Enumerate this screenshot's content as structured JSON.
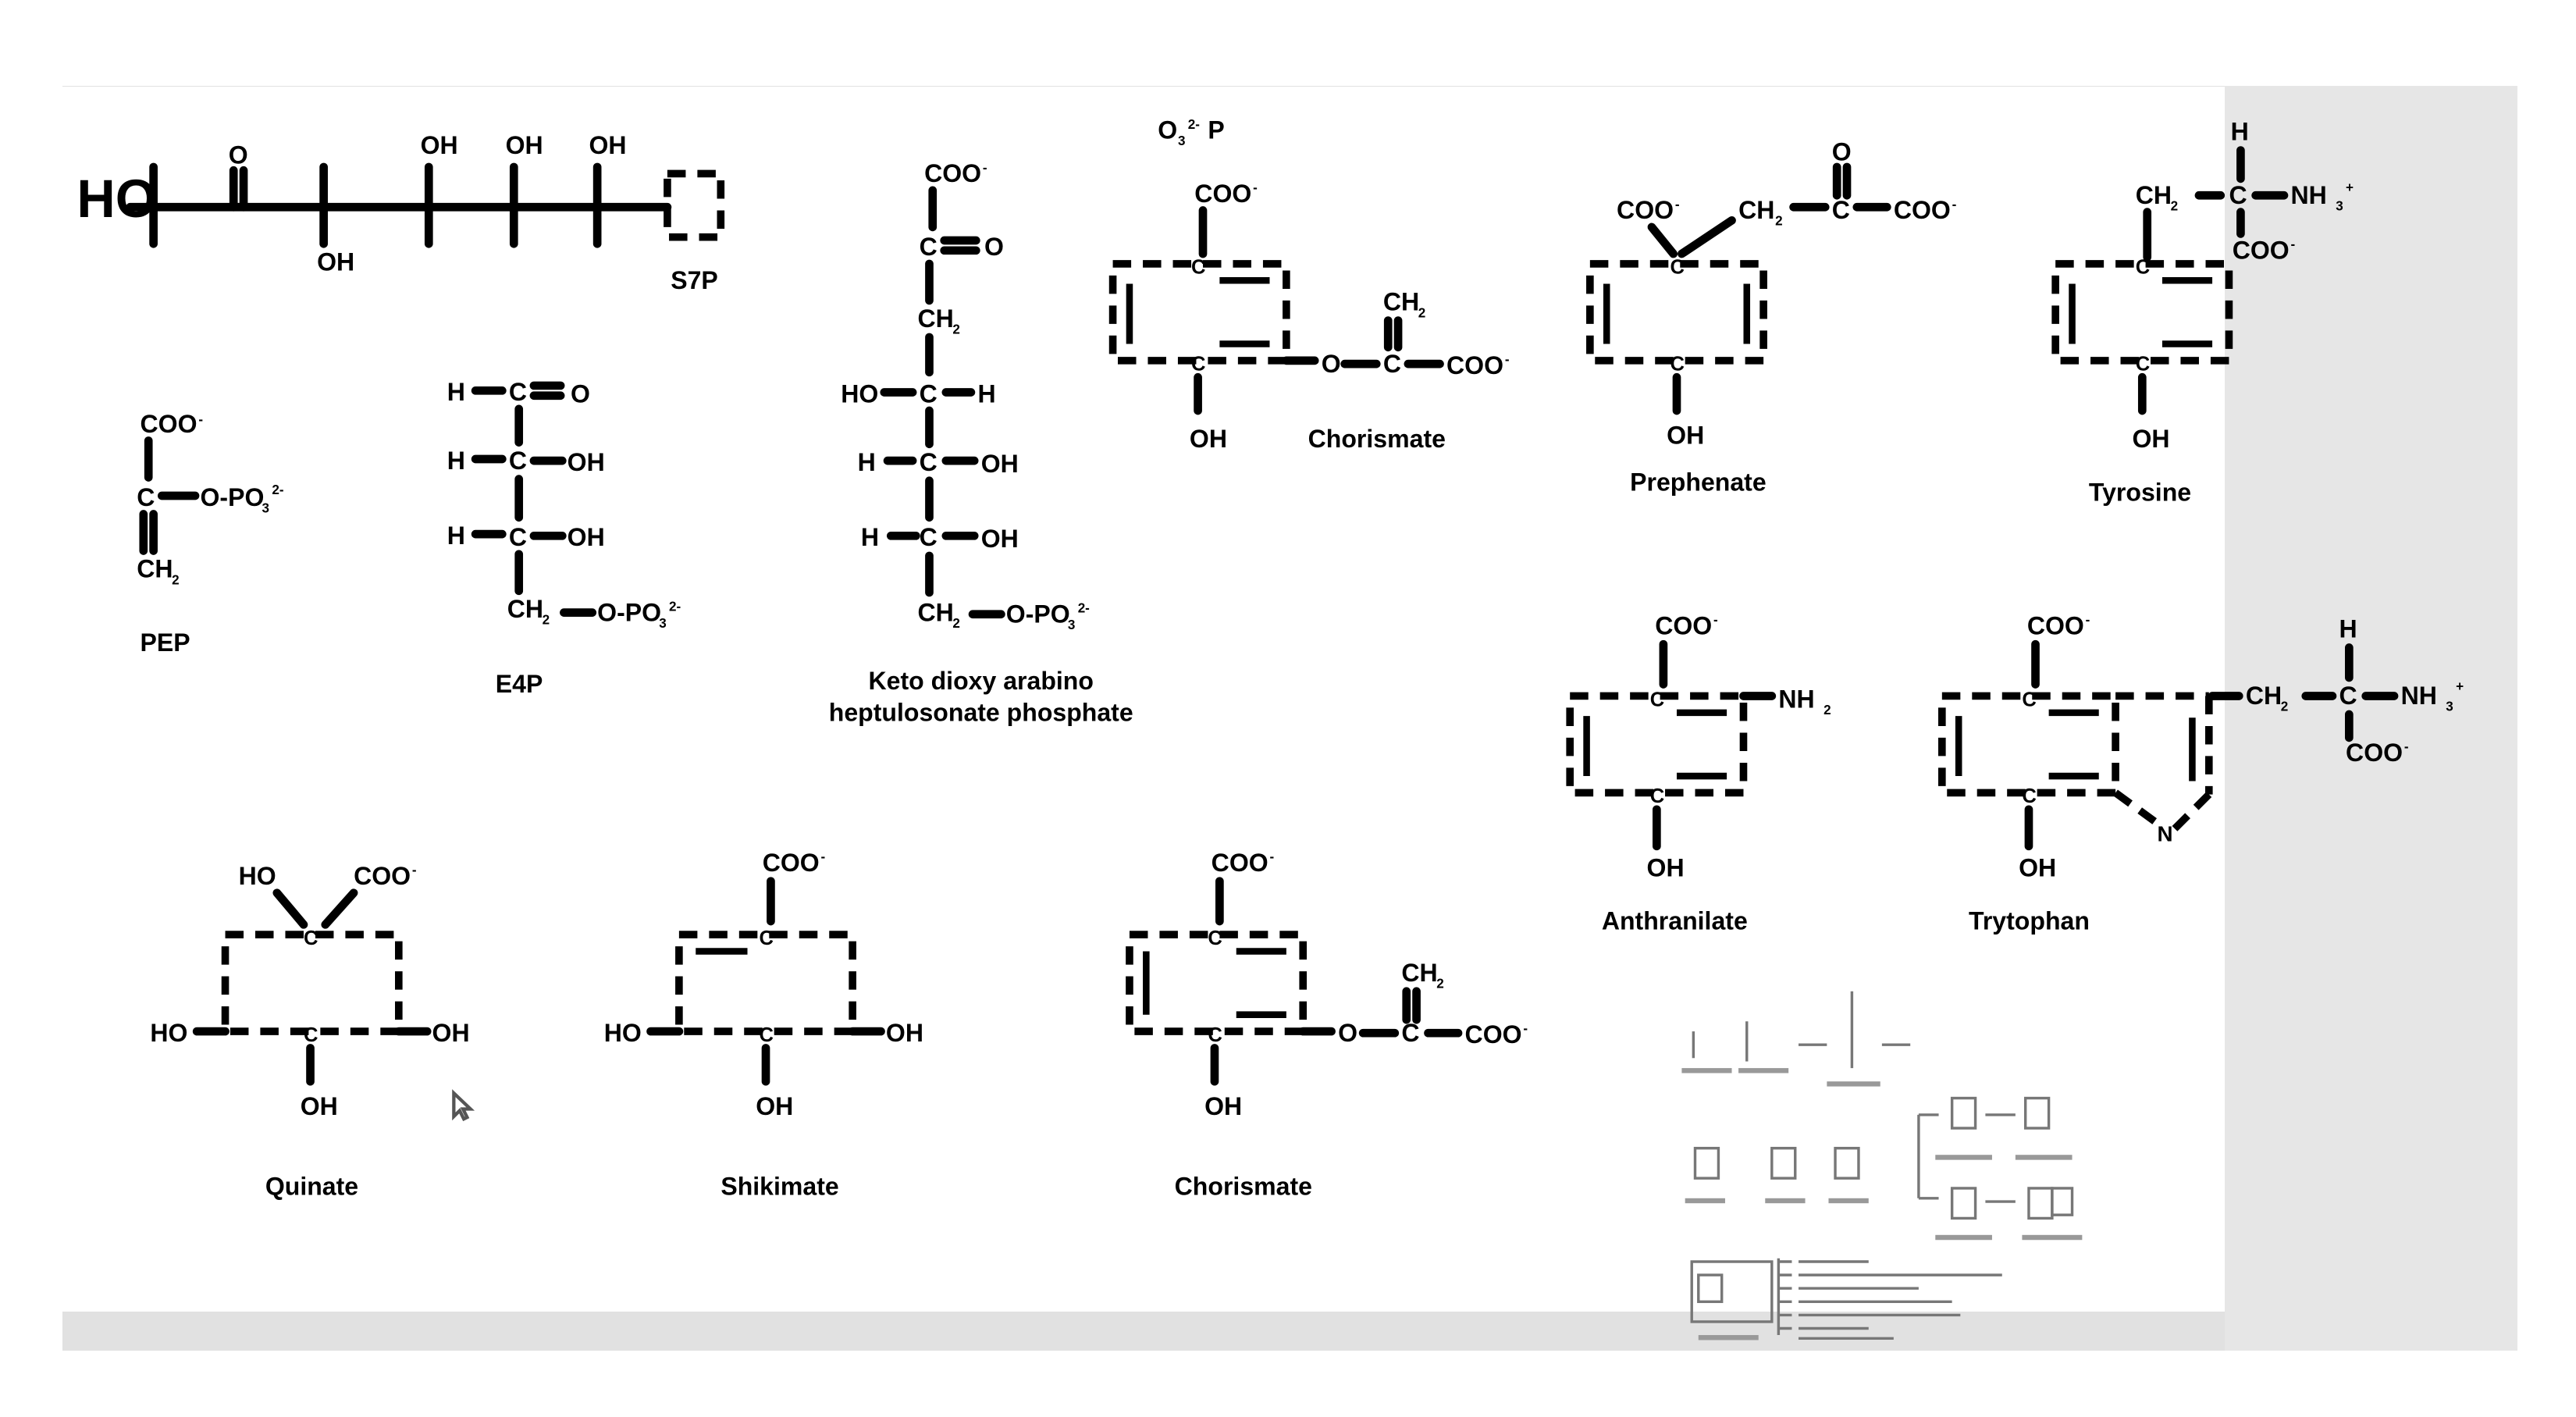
{
  "slide": {
    "names": {
      "s7p": "S7P",
      "pep": "PEP",
      "e4p": "E4P",
      "dahp_line1": "Keto dioxy arabino",
      "dahp_line2": "heptulosonate phosphate",
      "chorismate": "Chorismate",
      "prephenate": "Prephenate",
      "tyrosine": "Tyrosine",
      "anthranilate": "Anthranilate",
      "tryptophan": "Trytophan",
      "quinate": "Quinate",
      "shikimate": "Shikimate"
    },
    "atoms": {
      "ho": "HO",
      "oh": "OH",
      "o": "O",
      "h": "H",
      "c": "C",
      "n": "N",
      "coo": "COO",
      "ch2": "CH",
      "o_po3": "O-PO",
      "o3p": "O",
      "p": "P",
      "nh2": "NH",
      "minus": "-",
      "plus": "+",
      "two": "2",
      "three": "3",
      "charge2m": "2-",
      "nh3p": "3"
    }
  },
  "overview_thumbnail": {
    "description_icon": "pathway-overview-thumbnail"
  }
}
